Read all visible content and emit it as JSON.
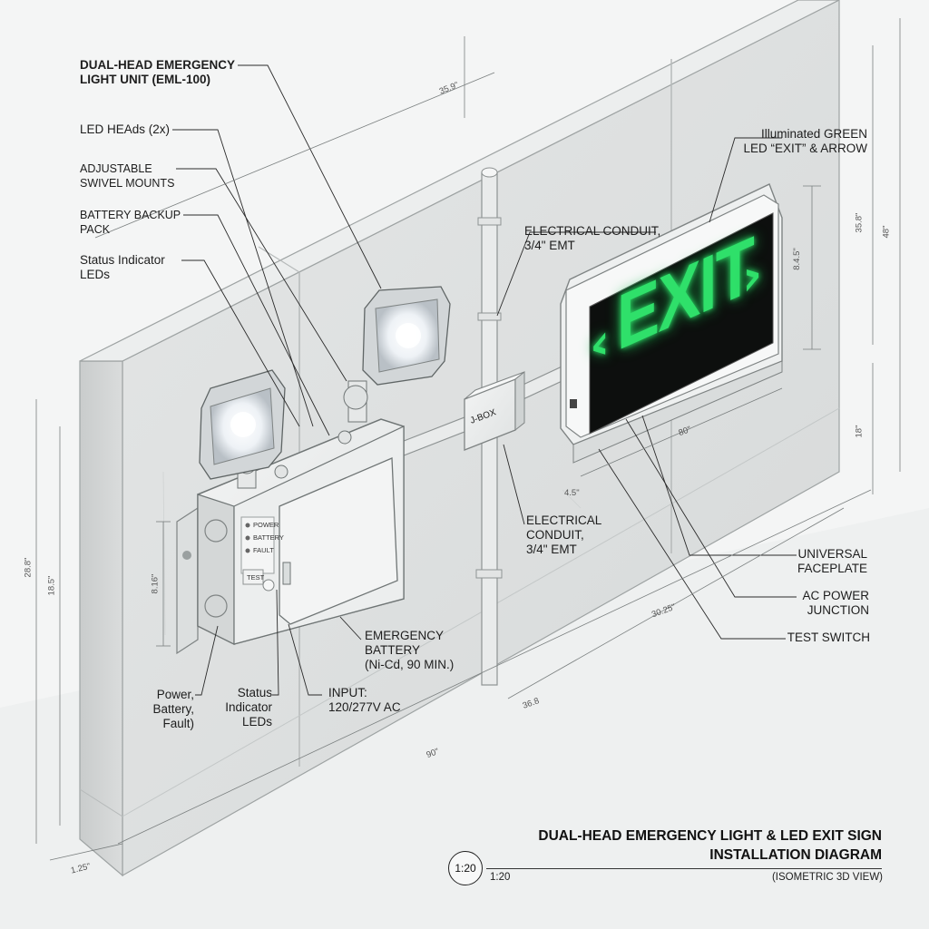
{
  "callouts": {
    "unit_title": "DUAL-HEAD EMERGENCY\nLIGHT UNIT (EML-100)",
    "led_heads": "LED HEAds (2x)",
    "swivel_mounts": "ADJUSTABLE\nSWIVEL MOUNTS",
    "battery_pack": "BATTERY BACKUP\nPACK",
    "status_leds_top": "Status Indicator\nLEDs",
    "exit_label": "Illuminated GREEN\nLED “EXIT” & ARROW",
    "conduit_top": "ELECTRICAL CONDUIT,\n3/4\" EMT",
    "jbox": "J-BOX",
    "conduit_bottom": "ELECTRICAL\nCONDUIT,\n3/4\" EMT",
    "faceplate": "UNIVERSAL\nFACEPLATE",
    "ac_junction": "AC POWER\nJUNCTION",
    "test_switch": "TEST SWITCH",
    "emergency_battery": "EMERGENCY\nBATTERY\n(Ni-Cd, 90 MIN.)",
    "input": "INPUT:\n120/277V AC",
    "power_battery_fault": "Power,\nBattery,\nFault)",
    "status_leds_bottom": "Status\nIndicator\nLEDs"
  },
  "panel": {
    "power": "POWER",
    "battery": "BATTERY",
    "fault": "FAULT",
    "test": "TEST"
  },
  "sign": {
    "text": "EXIT",
    "arrow_left": "‹",
    "arrow_right": "›",
    "color": "#2fe06a"
  },
  "dimensions": {
    "top_width": "35.9\"",
    "height_right_a": "35.8\"",
    "height_right_b": "48\"",
    "sign_height": "8.4.5\"",
    "below_sign": "18\"",
    "sign_width": "80\"",
    "sign_depth": "4.5\"",
    "left_a": "28.8\"",
    "left_b": "18.5\"",
    "unit_height": "8.16\"",
    "floor_a": "30.25\"",
    "floor_b": "36.8",
    "floor_c": "90\"",
    "corner": "1.25\""
  },
  "title_block": {
    "line1": "DUAL-HEAD EMERGENCY LIGHT & LED EXIT SIGN",
    "line2": "INSTALLATION DIAGRAM",
    "scale_circle": "1:20",
    "scale_text": "1:20",
    "view": "(ISOMETRIC 3D VIEW)"
  }
}
